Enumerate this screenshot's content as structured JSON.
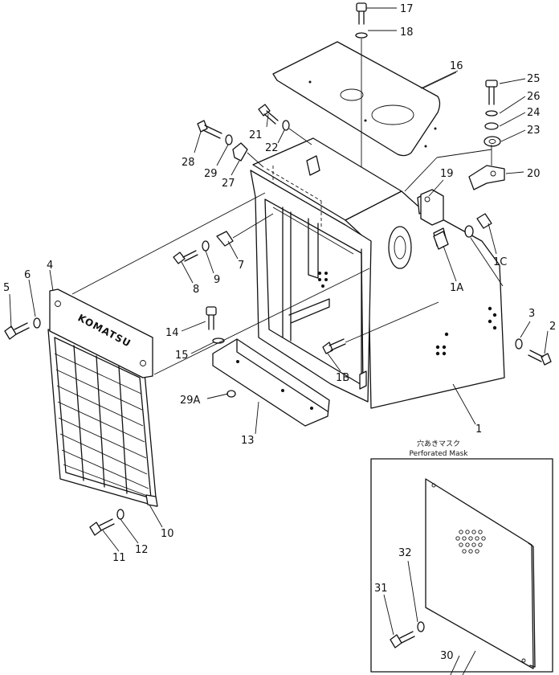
{
  "brand_text": "KOMATSU",
  "inset": {
    "caption_jp": "穴あきマスク",
    "caption_en": "Perforated Mask"
  },
  "labels": {
    "l1": "1",
    "l1A": "1A",
    "l1B": "1B",
    "l1C": "1C",
    "l2": "2",
    "l3": "3",
    "l4": "4",
    "l5": "5",
    "l6": "6",
    "l7": "7",
    "l8": "8",
    "l9": "9",
    "l10": "10",
    "l11": "11",
    "l12": "12",
    "l13": "13",
    "l14": "14",
    "l15": "15",
    "l16": "16",
    "l17": "17",
    "l18": "18",
    "l19": "19",
    "l20": "20",
    "l21": "21",
    "l22": "22",
    "l23": "23",
    "l24": "24",
    "l25": "25",
    "l26": "26",
    "l27": "27",
    "l28": "28",
    "l29": "29",
    "l29A": "29A",
    "l30": "30",
    "l31": "31",
    "l32": "32"
  }
}
